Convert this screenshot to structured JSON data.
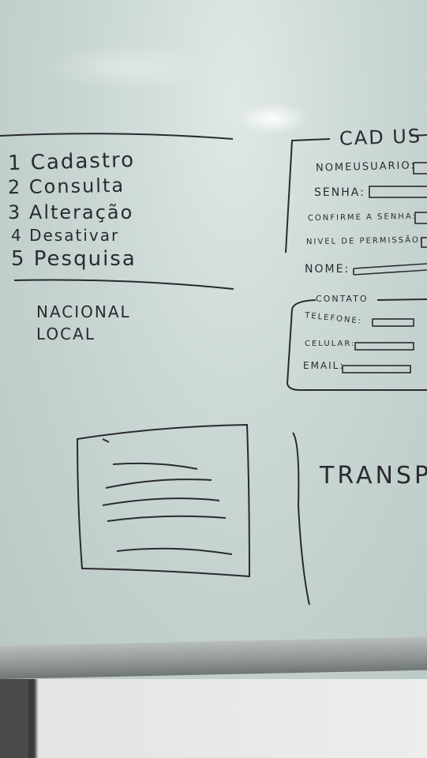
{
  "menu": {
    "items": [
      "1 Cadastro",
      "2 Consulta",
      "3 Alteração",
      "4 Desativar",
      "5 Pesquisa"
    ],
    "options": [
      "NACIONAL",
      "LOCAL"
    ]
  },
  "form": {
    "title": "CAD US",
    "fields": [
      "NOMEUSUARIO:",
      "SENHA:",
      "CONFIRME A SENHA:",
      "NIVEL DE PERMISSÃO:",
      "NOME:"
    ],
    "contact": {
      "title": "CONTATO",
      "fields": [
        "TELEFONE:",
        "CELULAR:",
        "EMAIL:"
      ]
    }
  },
  "right_word": "TRANSPO",
  "colors": {
    "board": "#c9d6d3",
    "ink": "#2a2a2e",
    "frame": "#8f9695"
  }
}
